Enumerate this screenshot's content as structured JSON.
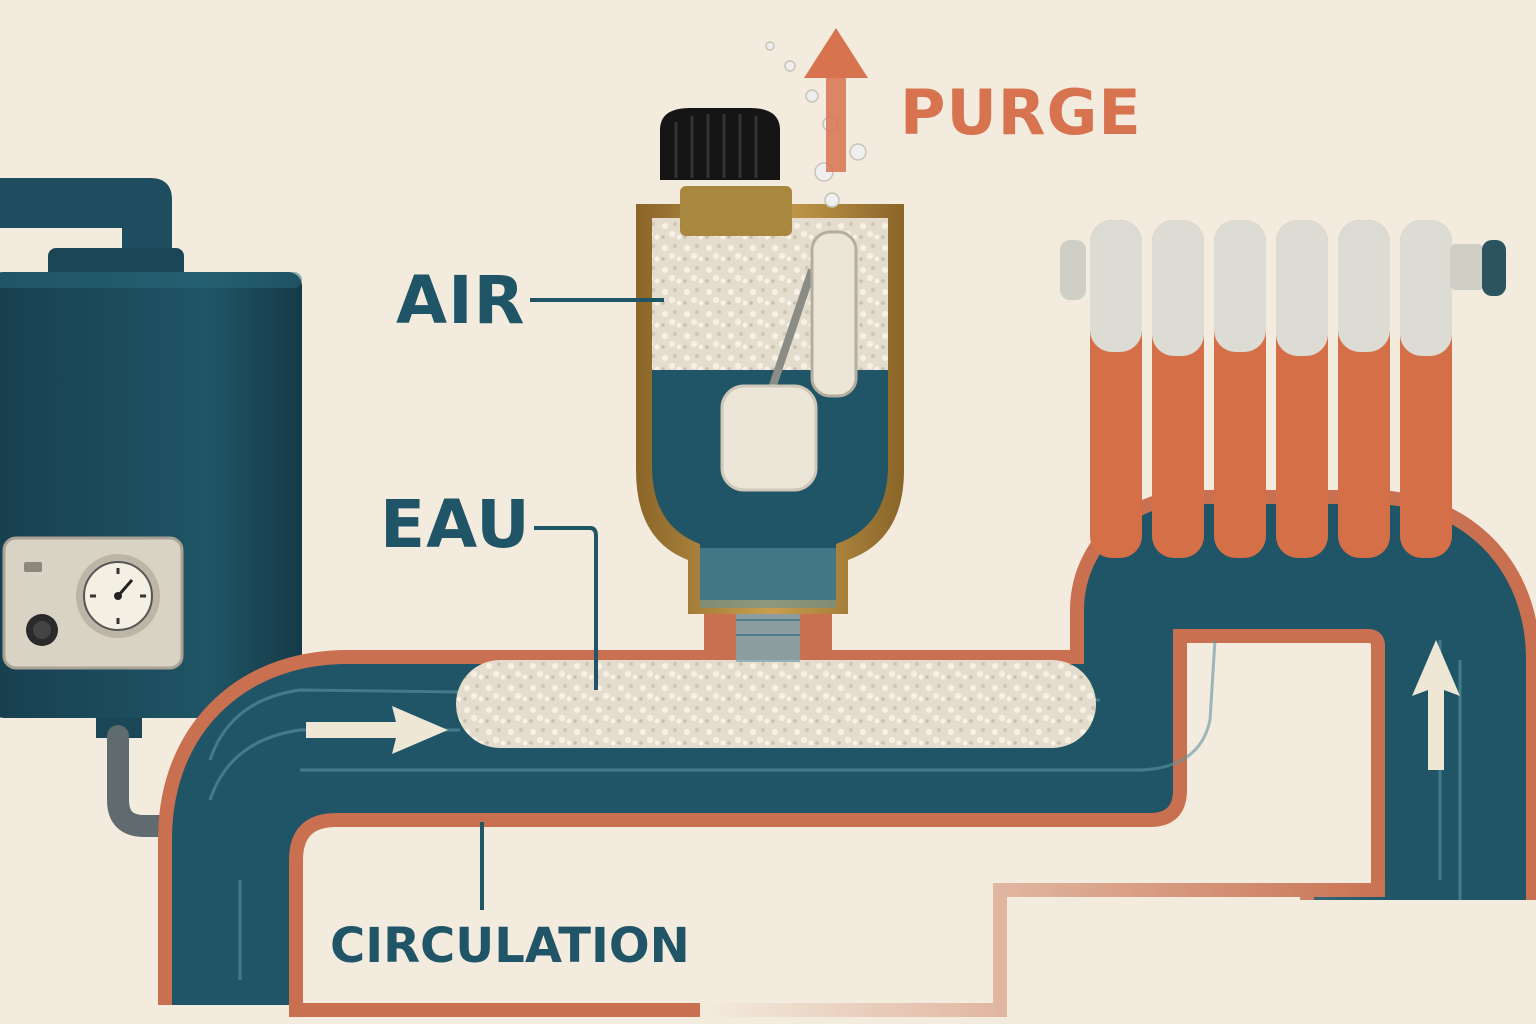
{
  "labels": {
    "air": "AIR",
    "eau": "EAU",
    "purge": "PURGE",
    "circulation": "CIRCULATION"
  },
  "colors": {
    "background": "#f3ebde",
    "water": "#1f5566",
    "copper": "#c8704f",
    "brass": "#b08637",
    "boiler": "#1d4d5e",
    "air_bubbles": "#e4dccd",
    "label_dark": "#1f5566",
    "label_accent": "#d7734f",
    "radiator_top": "#dcdcd4"
  },
  "icons": [
    "boiler-unit",
    "pressure-gauge-icon",
    "boiler-knob-icon",
    "air-vent-valve",
    "valve-cap-icon",
    "float-icon",
    "radiator",
    "flow-arrow-right-icon",
    "flow-arrow-up-icon",
    "purge-arrow-up-icon",
    "air-bubbles"
  ]
}
